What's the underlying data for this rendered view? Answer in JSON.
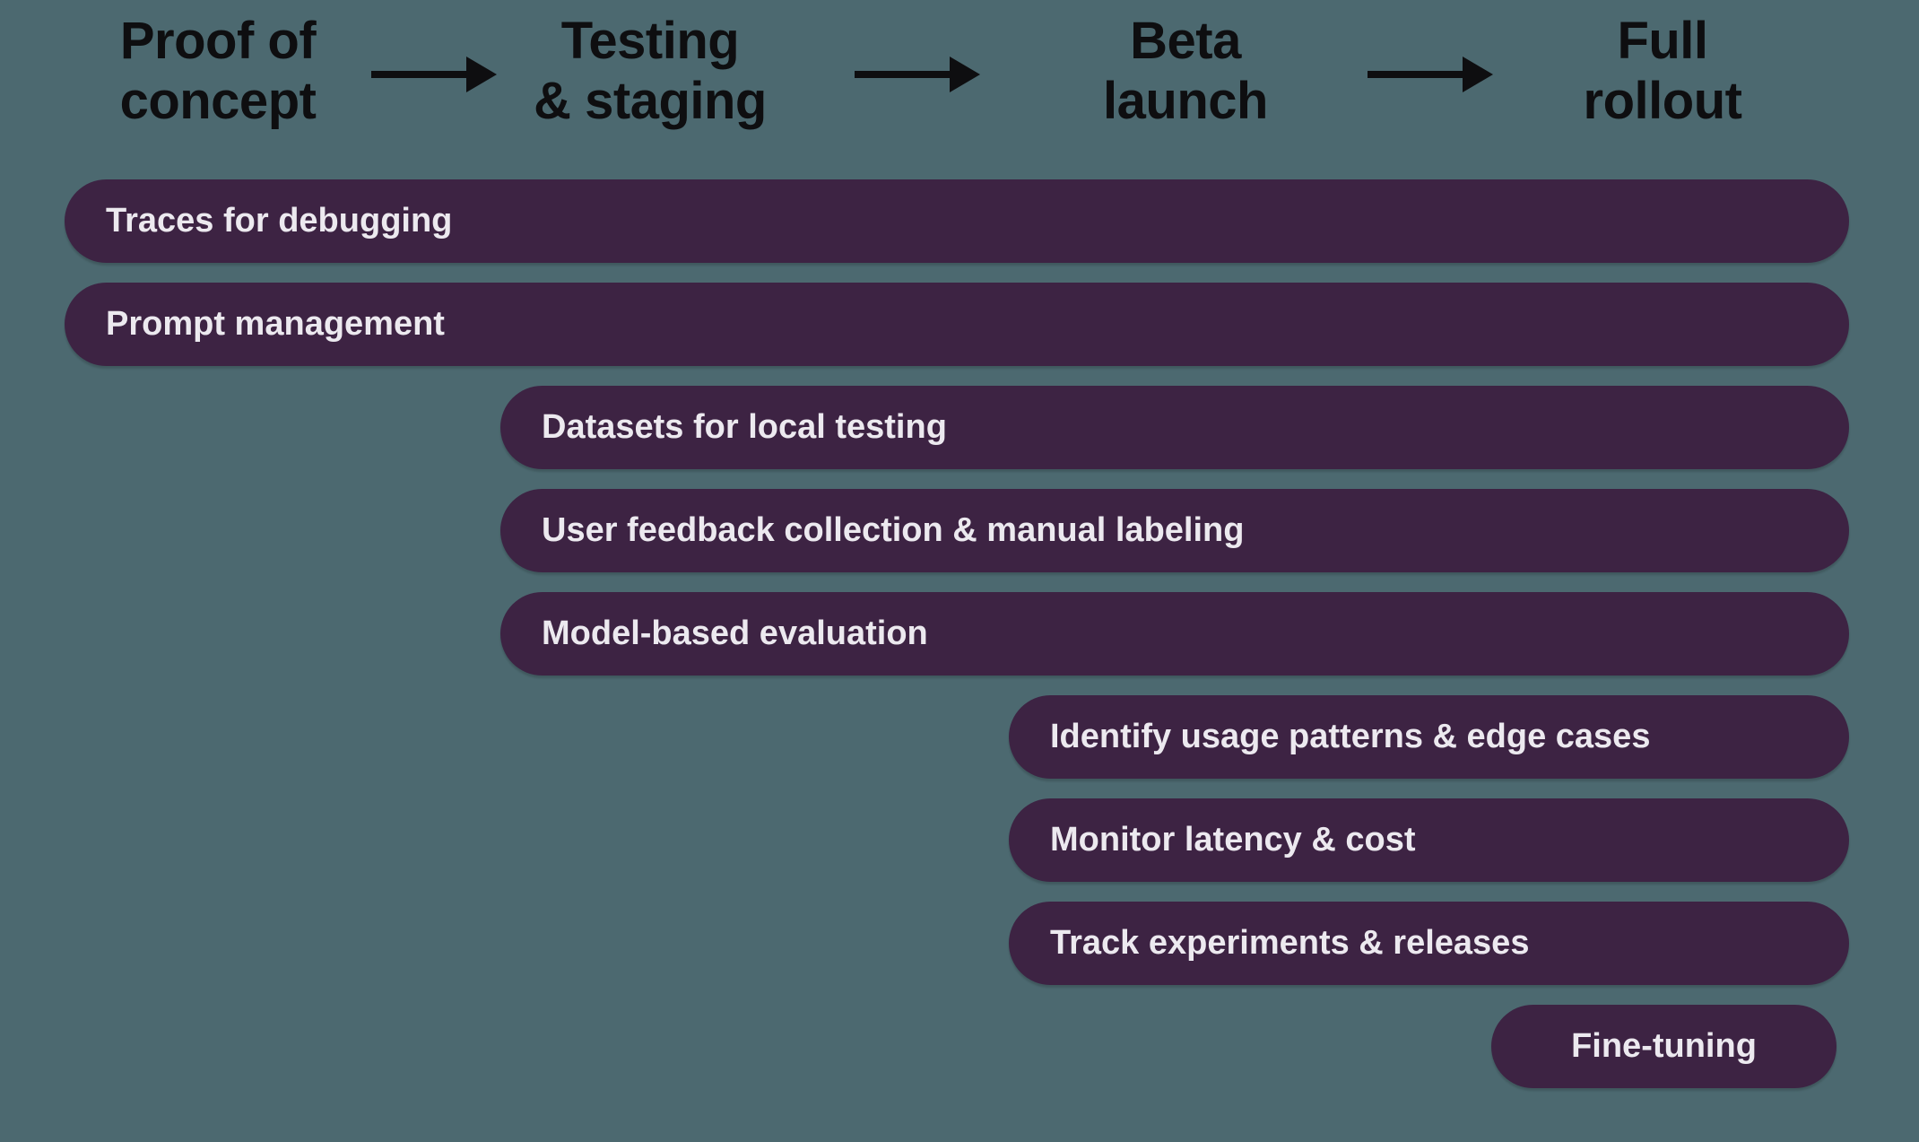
{
  "colors": {
    "background": "#4C6970",
    "bar": "#3D2343",
    "bar_text": "#ECE9EF",
    "header_text": "#0E0E10",
    "arrow": "#0E0E10"
  },
  "stages": [
    {
      "label": "Proof of\nconcept"
    },
    {
      "label": "Testing\n& staging"
    },
    {
      "label": "Beta\nlaunch"
    },
    {
      "label": "Full\nrollout"
    }
  ],
  "bars": [
    {
      "label": "Traces for debugging",
      "start_stage": "Proof of concept",
      "end_stage": "Full rollout"
    },
    {
      "label": "Prompt management",
      "start_stage": "Proof of concept",
      "end_stage": "Full rollout"
    },
    {
      "label": "Datasets for local testing",
      "start_stage": "Testing & staging",
      "end_stage": "Full rollout"
    },
    {
      "label": "User feedback collection & manual labeling",
      "start_stage": "Testing & staging",
      "end_stage": "Full rollout"
    },
    {
      "label": "Model-based evaluation",
      "start_stage": "Testing & staging",
      "end_stage": "Full rollout"
    },
    {
      "label": "Identify usage patterns & edge cases",
      "start_stage": "Beta launch",
      "end_stage": "Full rollout"
    },
    {
      "label": "Monitor latency & cost",
      "start_stage": "Beta launch",
      "end_stage": "Full rollout"
    },
    {
      "label": "Track experiments & releases",
      "start_stage": "Beta launch",
      "end_stage": "Full rollout"
    },
    {
      "label": "Fine-tuning",
      "start_stage": "Full rollout",
      "end_stage": "Full rollout"
    }
  ]
}
